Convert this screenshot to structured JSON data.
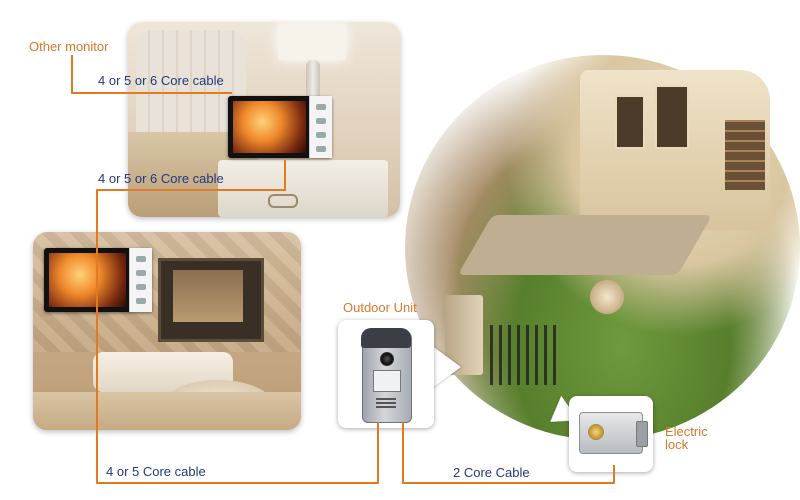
{
  "labels": {
    "other_monitor": "Other monitor",
    "cable_top": "4 or 5 or 6 Core cable",
    "cable_middle": "4 or 5 or 6 Core cable",
    "outdoor_unit": "Outdoor Unit",
    "cable_bottom_left": "4 or 5 Core cable",
    "cable_bottom_right": "2 Core Cable",
    "electric_lock_line1": "Electric",
    "electric_lock_line2": "lock"
  },
  "colors": {
    "wire": "#e07b22",
    "label_orange": "#d9782a",
    "label_blue": "#1f3b7a"
  }
}
